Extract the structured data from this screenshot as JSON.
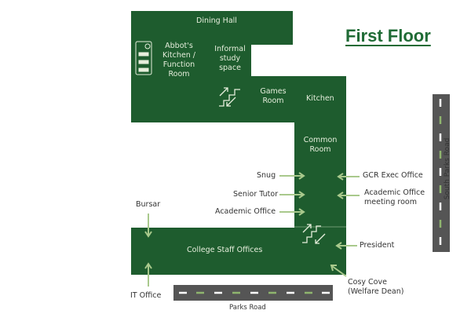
{
  "title": "First Floor",
  "colors": {
    "floor": "#1e5c2e",
    "arrow": "#a9c98c",
    "road": "#555555",
    "title": "#1f6b35"
  },
  "rooms": {
    "dining_hall": "Dining Hall",
    "abbots_kitchen": [
      "Abbot's",
      "Kitchen /",
      "Function",
      "Room"
    ],
    "informal_study": [
      "Informal",
      "study",
      "space"
    ],
    "games_room": [
      "Games",
      "Room"
    ],
    "kitchen": "Kitchen",
    "common_room": [
      "Common",
      "Room"
    ],
    "college_staff": "College Staff Offices"
  },
  "pointers": {
    "snug": "Snug",
    "senior_tutor": "Senior Tutor",
    "academic_office": "Academic Office",
    "bursar": "Bursar",
    "it_office": "IT Office",
    "gcr_exec": "GCR Exec Office",
    "academic_meeting": [
      "Academic Office",
      "meeting room"
    ],
    "president": "President",
    "cosy_cove": [
      "Cosy Cove",
      "(Welfare Dean)"
    ]
  },
  "roads": {
    "parks": "Parks Road",
    "south_parks": "South Parks Road"
  },
  "icons": [
    "accessible-toilet-icon",
    "stairs-icon"
  ]
}
